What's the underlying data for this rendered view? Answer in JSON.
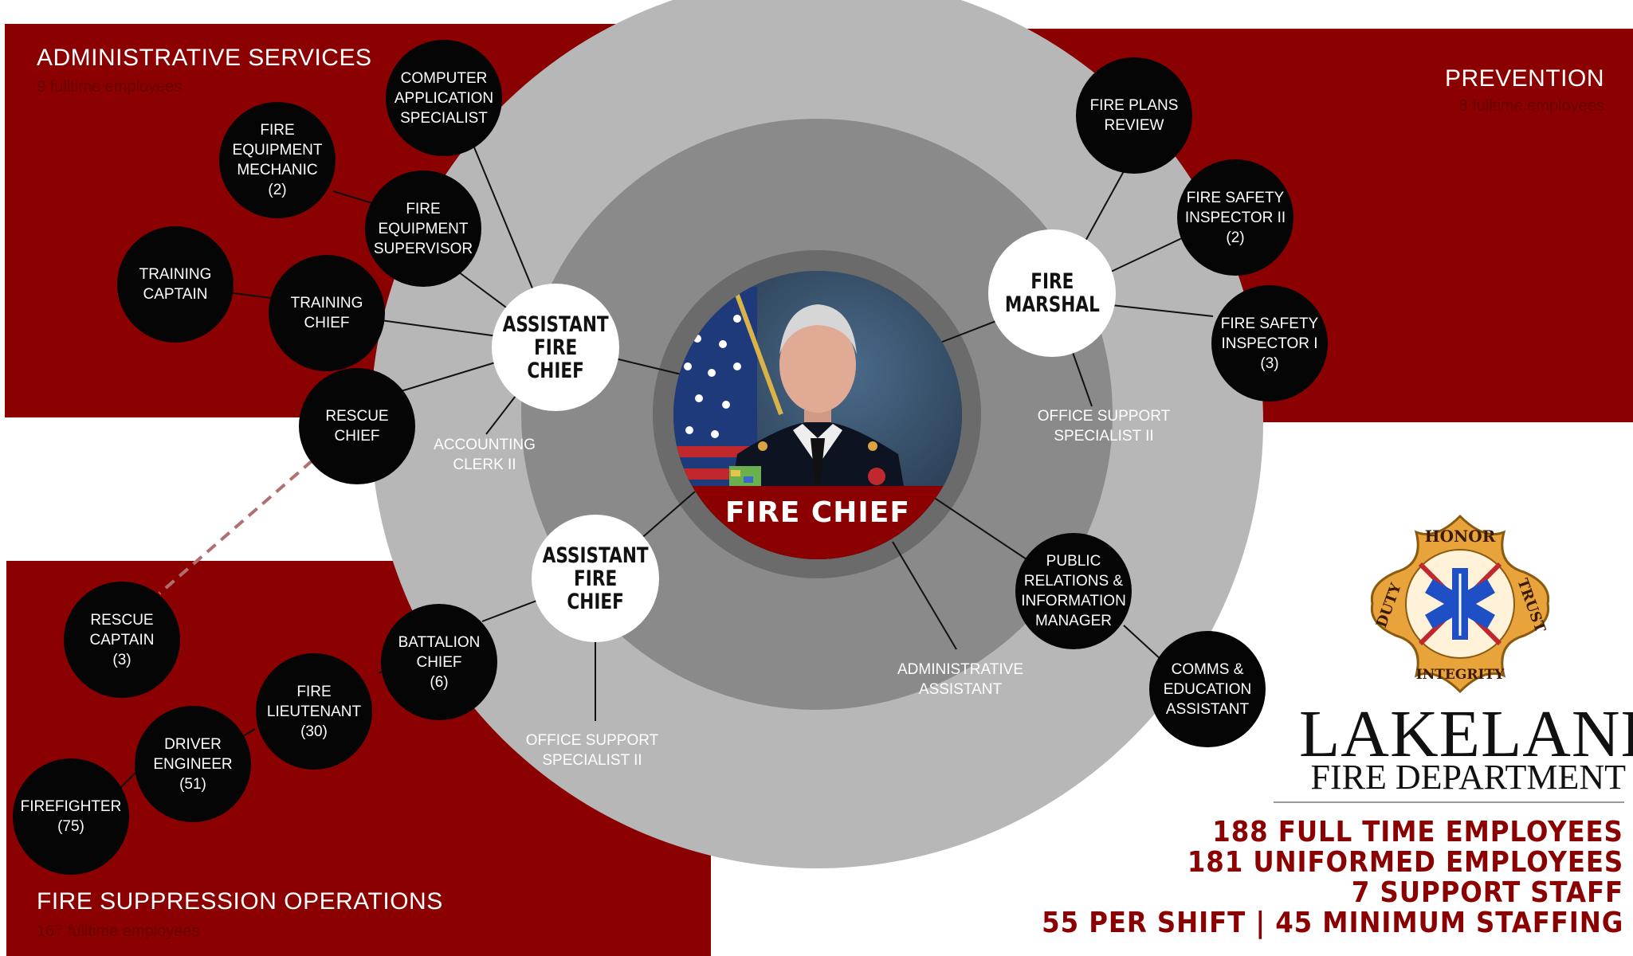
{
  "sections": {
    "admin": {
      "title": "ADMINISTRATIVE SERVICES",
      "subtitle": "9 fulltime employees"
    },
    "prevention": {
      "title": "PREVENTION",
      "subtitle": "8 fulltime employees"
    },
    "suppression": {
      "title": "FIRE SUPPRESSION OPERATIONS",
      "subtitle": "167 fulltime employees"
    }
  },
  "chief": {
    "label": "FIRE CHIEF"
  },
  "leaders": {
    "asst_chief_top": "ASSISTANT\nFIRE\nCHIEF",
    "asst_chief_bottom": "ASSISTANT\nFIRE\nCHIEF",
    "fire_marshal": "FIRE\nMARSHAL"
  },
  "nodes": {
    "computer_app": "COMPUTER\nAPPLICATION\nSPECIALIST",
    "fire_equip_mechanic": "FIRE\nEQUIPMENT\nMECHANIC\n(2)",
    "fire_equip_supervisor": "FIRE\nEQUIPMENT\nSUPERVISOR",
    "training_captain": "TRAINING\nCAPTAIN",
    "training_chief": "TRAINING\nCHIEF",
    "rescue_chief": "RESCUE\nCHIEF",
    "fire_plans_review": "FIRE PLANS\nREVIEW",
    "inspector_ii": "FIRE SAFETY\nINSPECTOR II\n(2)",
    "inspector_i": "FIRE SAFETY\nINSPECTOR I\n(3)",
    "public_relations": "PUBLIC\nRELATIONS &\nINFORMATION\nMANAGER",
    "comms_education": "COMMS  &\nEDUCATION\nASSISTANT",
    "rescue_captain": "RESCUE\nCAPTAIN\n(3)",
    "battalion_chief": "BATTALION\nCHIEF\n(6)",
    "fire_lieutenant": "FIRE\nLIEUTENANT\n(30)",
    "driver_engineer": "DRIVER\nENGINEER\n(51)",
    "firefighter": "FIREFIGHTER\n(75)"
  },
  "labels": {
    "accounting_clerk": "ACCOUNTING\nCLERK II",
    "office_support_right": "OFFICE SUPPORT\nSPECIALIST II",
    "office_support_bottom": "OFFICE SUPPORT\nSPECIALIST II",
    "admin_assistant": "ADMINISTRATIVE\nASSISTANT"
  },
  "badge": {
    "top": "HONOR",
    "left": "DUTY",
    "right": "TRUST",
    "bottom": "INTEGRITY"
  },
  "brand": {
    "name": "LAKELAND",
    "dept": "FIRE DEPARTMENT"
  },
  "stats": [
    "188 FULL TIME EMPLOYEES",
    "181 UNIFORMED EMPLOYEES",
    "7 SUPPORT STAFF",
    "55 PER SHIFT | 45 MINIMUM STAFFING"
  ],
  "colors": {
    "brand_red": "#8b0000",
    "ring_outer": "#b7b7b7",
    "ring_mid": "#8a8a8a",
    "ring_inner": "#6b6b6b",
    "gold": "#e8a33b"
  }
}
